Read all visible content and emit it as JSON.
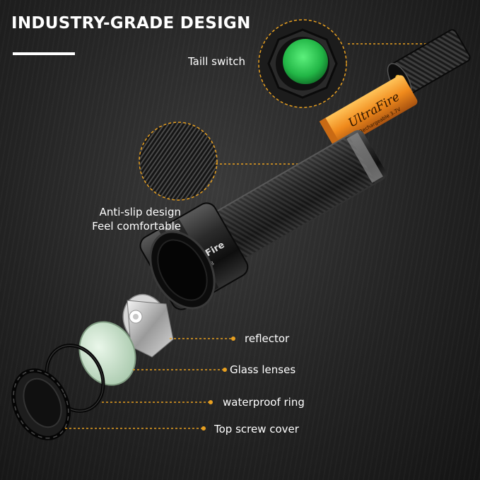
{
  "headline": "INDUSTRY-GRADE DESIGN",
  "callouts": {
    "tail_switch": "Taill switch",
    "anti_slip_line1": "Anti-slip design",
    "anti_slip_line2": "Feel comfortable",
    "reflector": "reflector",
    "glass_lenses": "Glass lenses",
    "waterproof_ring": "waterproof ring",
    "top_screw_cover": "Top screw cover"
  },
  "product_markings": {
    "brand": "UltraFire",
    "model": "UF-2368",
    "battery_brand": "UltraFire",
    "battery_spec": "Rechargeable 3.7V"
  },
  "colors": {
    "accent_orange": "#e8a020",
    "switch_green": "#2ecc55",
    "battery_orange": "#f08a1c",
    "text_white": "#ffffff"
  }
}
